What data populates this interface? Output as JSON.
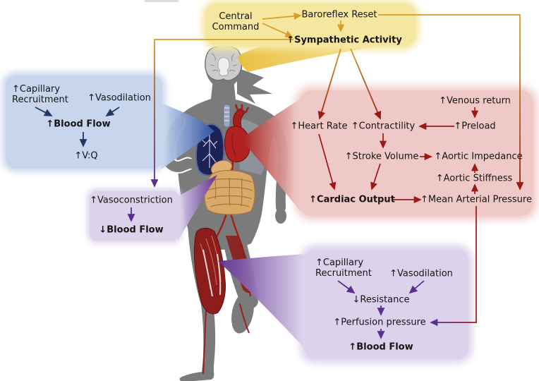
{
  "palette": {
    "neural_box_bg": "#f6e7a0",
    "neural_arrow": "#d99c26",
    "pulmonary_box_bg": "#c8d6ed",
    "pulmonary_arrow": "#203864",
    "cardiac_box_bg": "#efc9c7",
    "cardiac_arrow": "#9c1a15",
    "vascular_box_bg": "#dcd2eb",
    "vascular_arrow": "#5c2e91",
    "body_silhouette": "#7b7b7b"
  },
  "neural": {
    "central_command": "Central Command",
    "baroreflex_reset": "Baroreflex Reset",
    "sympathetic_activity": "↑Sympathetic Activity"
  },
  "pulmonary": {
    "capillary_recruitment": "↑Capillary Recruitment",
    "vasodilation": "↑Vasodilation",
    "blood_flow": "↑Blood Flow",
    "ventilation_perfusion": "↑V:Q"
  },
  "splanchnic": {
    "vasoconstriction": "↑Vasoconstriction",
    "blood_flow": "↓Blood Flow"
  },
  "cardiac": {
    "venous_return": "↑Venous return",
    "heart_rate": "↑Heart Rate",
    "contractility": "↑Contractility",
    "preload": "↑Preload",
    "stroke_volume": "↑Stroke Volume",
    "aortic_impedance": "↑Aortic Impedance",
    "aortic_stiffness": "↑Aortic Stiffness",
    "cardiac_output": "↑Cardiac Output",
    "mean_arterial_pressure": "↑Mean Arterial Pressure"
  },
  "muscle": {
    "capillary_recruitment": "↑Capillary Recruitment",
    "vasodilation": "↑Vasodilation",
    "resistance": "↓Resistance",
    "perfusion_pressure": "↑Perfusion pressure",
    "blood_flow": "↑Blood Flow"
  }
}
